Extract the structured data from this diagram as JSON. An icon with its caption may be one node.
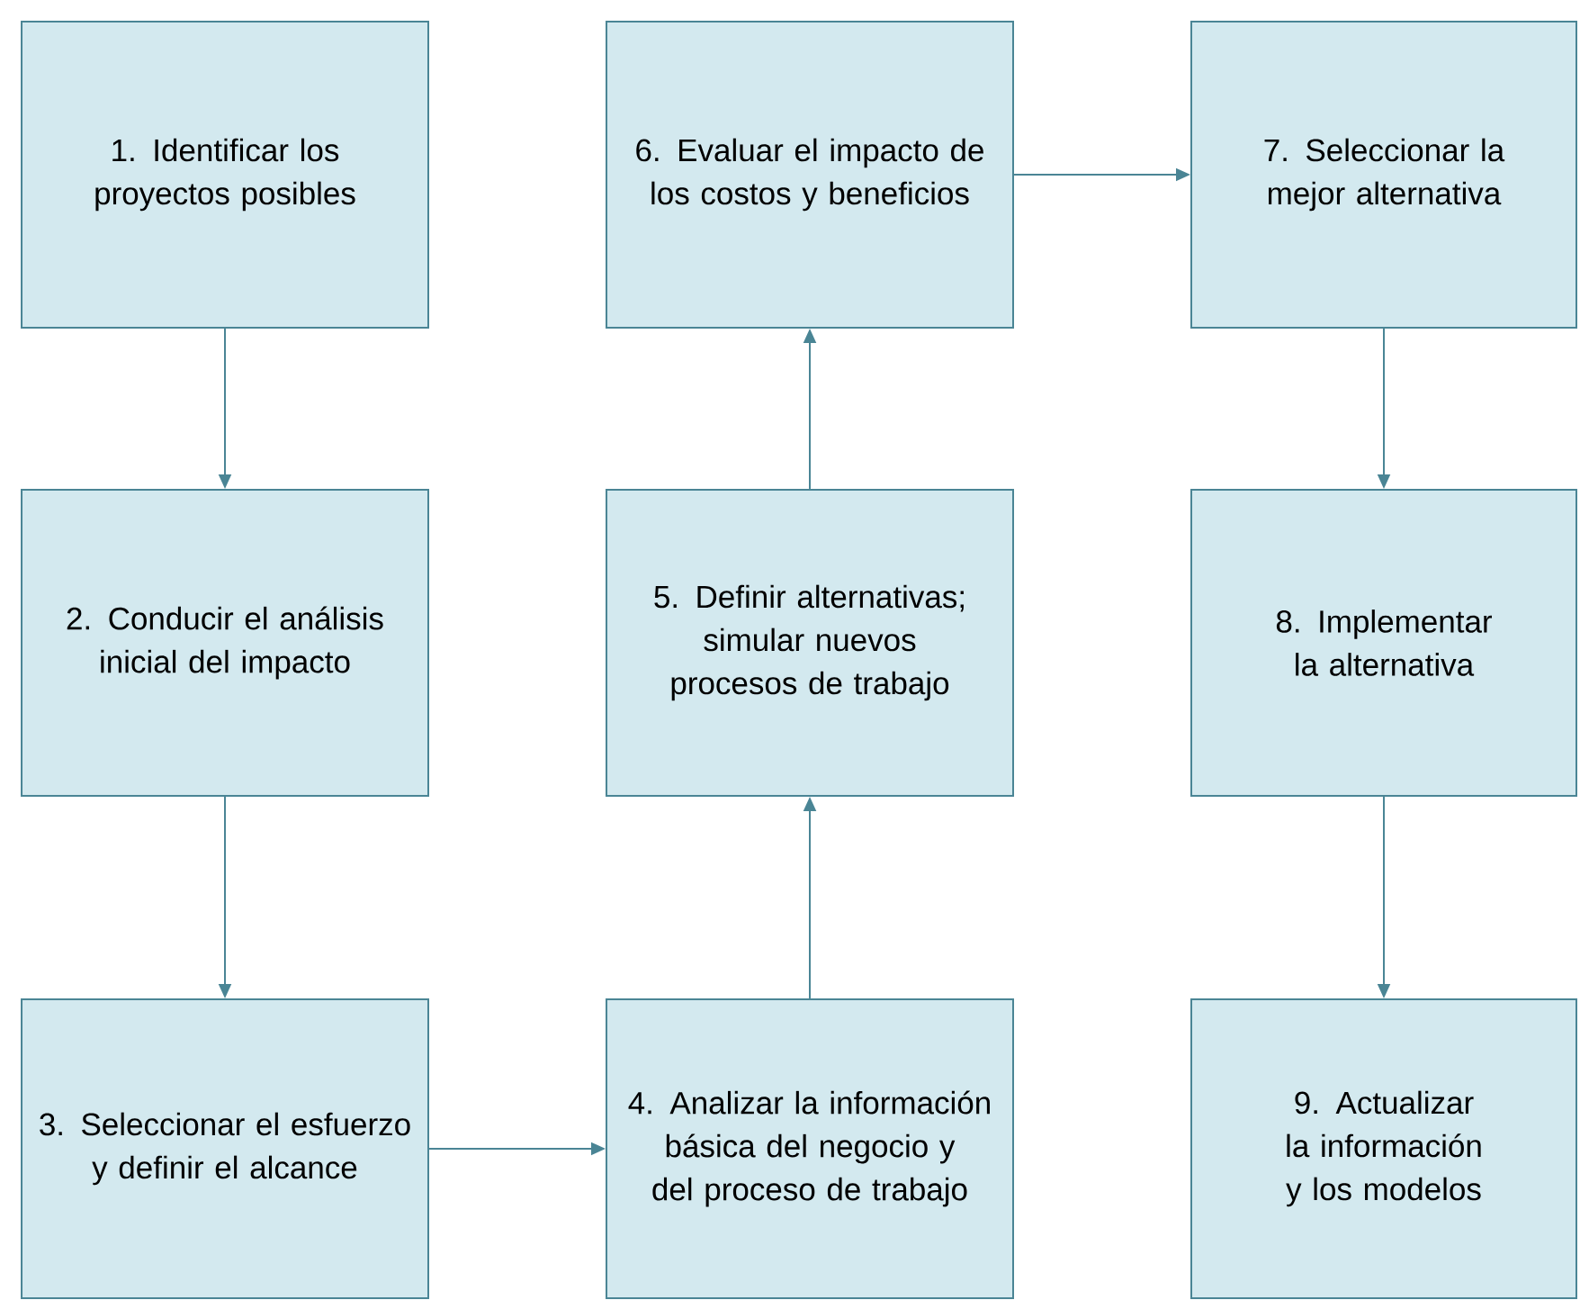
{
  "diagram": {
    "nodes": [
      {
        "text": [
          "1. Identificar los proyectos posibles"
        ]
      },
      {
        "text": [
          "2. Conducir el análisis inicial del impacto"
        ]
      },
      {
        "text": [
          "3. Seleccionar el esfuerzo y definir el alcance"
        ]
      },
      {
        "text": [
          "4. Analizar la información básica del negocio y del proceso de trabajo"
        ]
      },
      {
        "text": [
          "5. Definir alternativas; simular nuevos procesos de trabajo"
        ]
      },
      {
        "text": [
          "6. Evaluar el impacto de los costos y beneficios"
        ]
      },
      {
        "text": [
          "7. Seleccionar la mejor alternativa"
        ]
      },
      {
        "text": [
          "8. Implementar la alternativa"
        ]
      },
      {
        "text": [
          "9. Actualizar la información y los modelos"
        ]
      }
    ],
    "edges": [
      {
        "from": 0,
        "to": 1,
        "arrow": "to"
      },
      {
        "from": 1,
        "to": 2,
        "arrow": "to"
      },
      {
        "from": 2,
        "to": 3,
        "arrow": "to"
      },
      {
        "from": 3,
        "to": 4,
        "arrow": "to"
      },
      {
        "from": 4,
        "to": 5,
        "arrow": "to"
      },
      {
        "from": 5,
        "to": 6,
        "arrow": "to"
      },
      {
        "from": 6,
        "to": 7,
        "arrow": "to"
      },
      {
        "from": 7,
        "to": 8,
        "arrow": "to"
      }
    ]
  }
}
